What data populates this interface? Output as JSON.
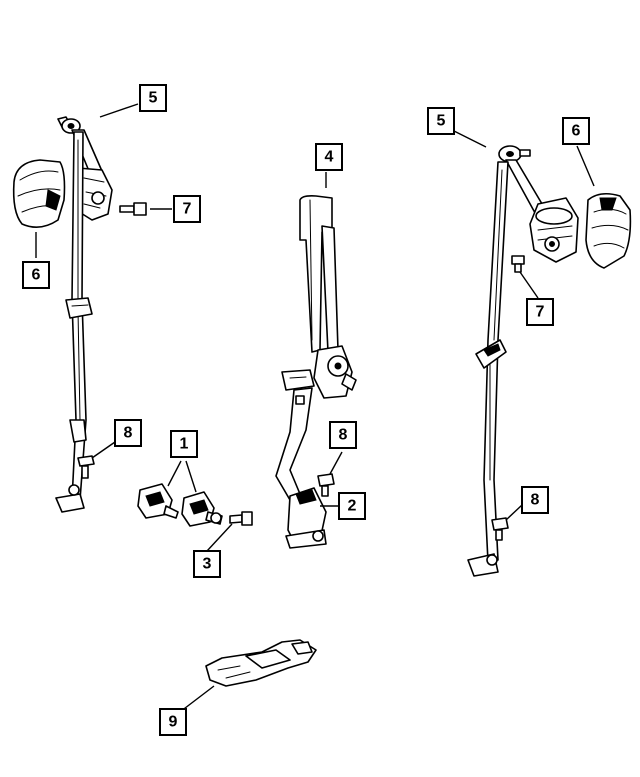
{
  "callouts": {
    "c1": "1",
    "c2": "2",
    "c3": "3",
    "c4": "4",
    "c5a": "5",
    "c5b": "5",
    "c6a": "6",
    "c6b": "6",
    "c7a": "7",
    "c7b": "7",
    "c8a": "8",
    "c8b": "8",
    "c8c": "8",
    "c9": "9"
  }
}
